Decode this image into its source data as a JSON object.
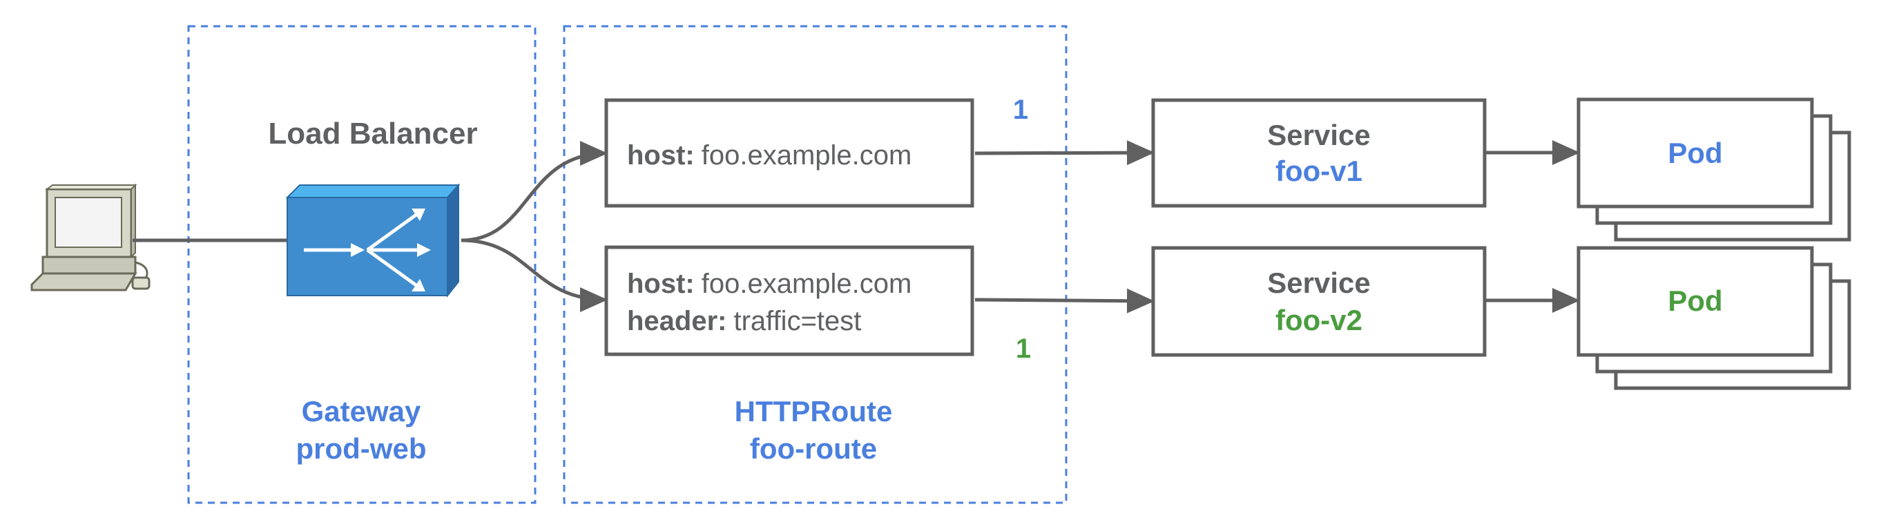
{
  "colors": {
    "blue": "#4a7fde",
    "green": "#4a9d3f",
    "gray_text": "#5f6062",
    "line": "#606060",
    "dash": "#4a7fde",
    "lb_front": "#3f8dcf",
    "lb_top": "#4fb3ee",
    "lb_side": "#2b6aa6"
  },
  "icons": {
    "client": "desktop-computer-icon",
    "load_balancer": "load-balancer-icon"
  },
  "gateway": {
    "title": "Load Balancer",
    "kind": "Gateway",
    "name": "prod-web"
  },
  "httproute": {
    "kind": "HTTPRoute",
    "name": "foo-route",
    "rules": [
      {
        "match_lines": [
          {
            "key": "host:",
            "value": "foo.example.com"
          }
        ],
        "weight": "1",
        "weight_color": "blue"
      },
      {
        "match_lines": [
          {
            "key": "host:",
            "value": "foo.example.com"
          },
          {
            "key": "header:",
            "value": "traffic=test"
          }
        ],
        "weight": "1",
        "weight_color": "green"
      }
    ]
  },
  "services": [
    {
      "label": "Service",
      "name": "foo-v1",
      "color": "blue"
    },
    {
      "label": "Service",
      "name": "foo-v2",
      "color": "green"
    }
  ],
  "pods": [
    {
      "label": "Pod",
      "color": "blue"
    },
    {
      "label": "Pod",
      "color": "green"
    }
  ]
}
